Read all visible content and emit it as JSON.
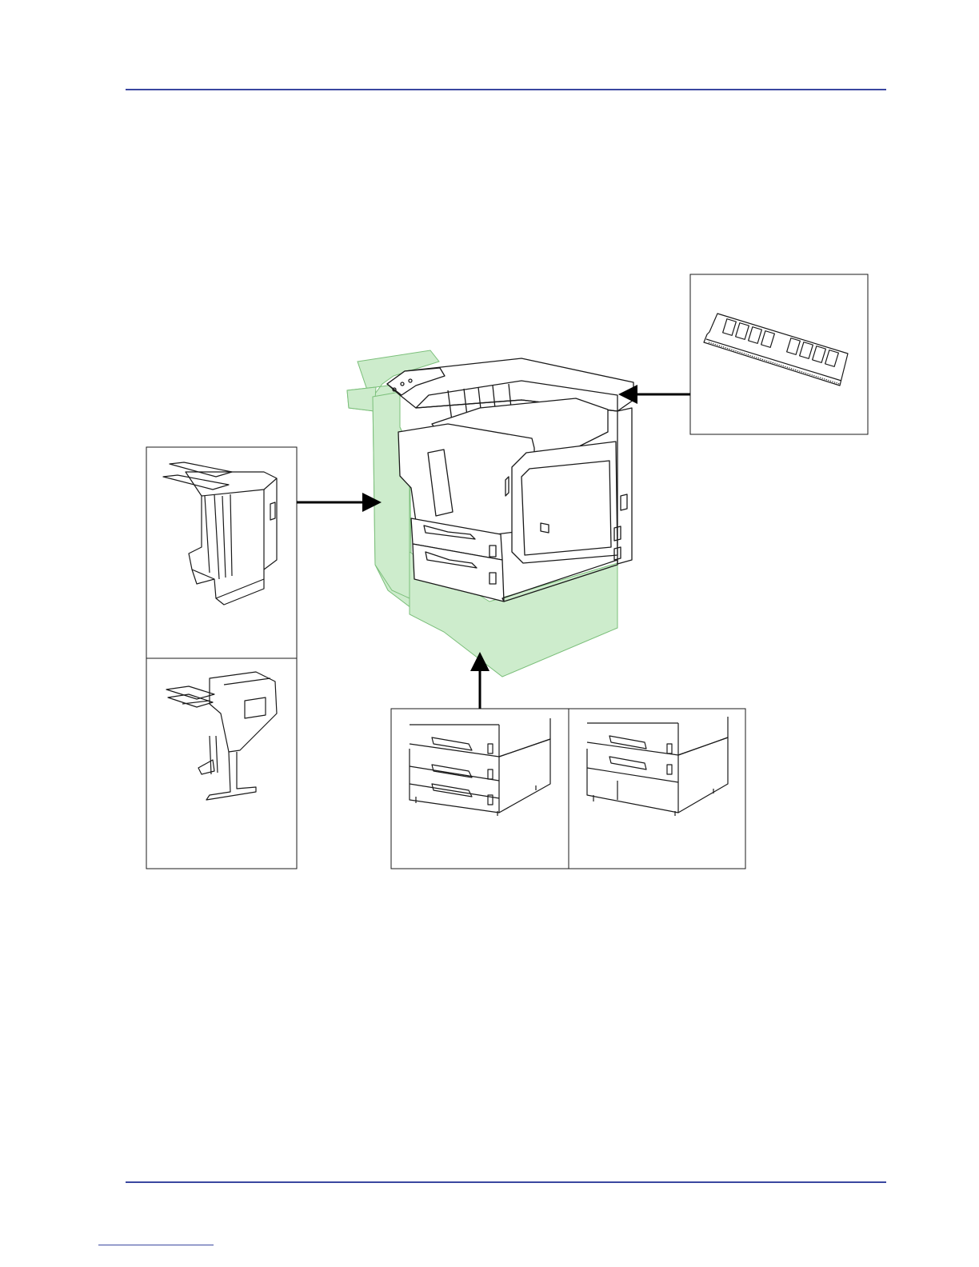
{
  "colors": {
    "rule": "#3a47a0",
    "highlight_fill": "#cdeccc",
    "line": "#1a1a1a"
  },
  "figure": {
    "callouts": [
      {
        "part": "memory-module-illustration",
        "points_to": "printer-upper-right-highlight"
      },
      {
        "part": "finisher-illustrations",
        "points_to": "printer-left-side-highlight"
      },
      {
        "part": "paper-feeder-illustrations",
        "points_to": "printer-base-highlight"
      }
    ]
  }
}
